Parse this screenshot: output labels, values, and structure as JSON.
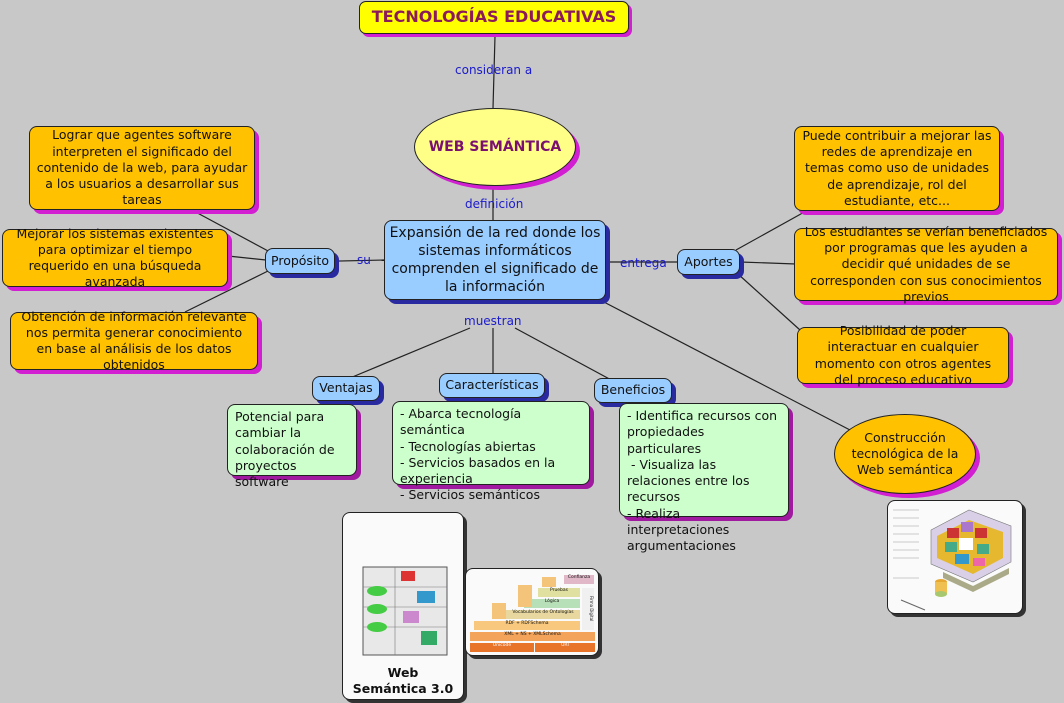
{
  "title": "TECNOLOGÍAS EDUCATIVAS",
  "central_topic": "WEB SEMÁNTICA",
  "definition": "Expansión de la red donde los sistemas informáticos comprenden el significado de la información",
  "links": {
    "consideran": "consideran a",
    "definicion": "definición",
    "su": "su",
    "entrega": "entrega",
    "muestran": "muestran"
  },
  "proposito": {
    "label": "Propósito",
    "items": [
      "Lograr que agentes software interpreten el significado del contenido de la web, para ayudar a los usuarios a desarrollar sus tareas",
      "Mejorar los sistemas existentes para optimizar el tiempo requerido en una búsqueda avanzada",
      "Obtención de información relevante nos permita generar conocimiento en base al análisis de los datos obtenidos"
    ]
  },
  "aportes": {
    "label": "Aportes",
    "items": [
      "Puede contribuir a mejorar las redes de aprendizaje en temas como uso de unidades  de aprendizaje, rol del estudiante, etc...",
      "Los estudiantes se verían beneficiados por programas que les ayuden a decidir qué unidades de se corresponden con sus conocimientos previos",
      "Posibilidad de poder interactuar en cualquier momento con otros agentes del proceso educativo"
    ],
    "construccion": "Construcción tecnológica de la Web semántica"
  },
  "ventajas": {
    "label": "Ventajas",
    "text": "Potencial para cambiar la colaboración de proyectos software"
  },
  "caracteristicas": {
    "label": "Características",
    "items": [
      "- Abarca tecnología semántica",
      "- Tecnologías abiertas",
      "- Servicios basados en la experiencia",
      "- Servicios semánticos"
    ]
  },
  "beneficios": {
    "label": "Beneficios",
    "items": [
      "- Identifica recursos con propiedades particulares",
      " - Visualiza las relaciones entre los recursos",
      "- Realiza interpretaciones argumentaciones"
    ]
  },
  "image_card": {
    "caption": "Web Semántica 3.0"
  },
  "stack_layers": [
    "Unicode",
    "URI",
    "XML + NS + XMLSchema",
    "RDF + RDFSchema",
    "Vocabularios de Ontologías",
    "Lógica",
    "Pruebas",
    "Confianza",
    "Firma Digital"
  ],
  "colors": {
    "background": "#c8c8c8",
    "yellow_node": "#ffc100",
    "blue_node": "#99ccff",
    "green_node": "#ccffcc",
    "title_bg": "#ffff00",
    "title_text": "#8b1a5a",
    "magenta_shadow": "#d11fd1",
    "link_text": "#1a1acc"
  }
}
